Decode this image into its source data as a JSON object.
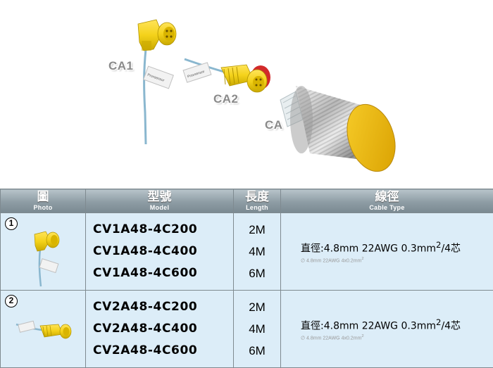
{
  "callouts": {
    "ca1": "CA1",
    "ca2": "CA2",
    "ca": "CA"
  },
  "label_brand": "Proxsensor",
  "colors": {
    "header_top": "#b8c4ca",
    "header_bottom": "#7a8991",
    "row_bg": "#dcedf8",
    "connector": "#f4d21a",
    "cable": "#8ab7cf",
    "ring": "#d22a2a",
    "sensor_face": "#e9b818"
  },
  "table": {
    "headers": [
      {
        "main": "圖",
        "sub": "Photo"
      },
      {
        "main": "型號",
        "sub": "Model"
      },
      {
        "main": "長度",
        "sub": "Length"
      },
      {
        "main": "線徑",
        "sub": "Cable Type"
      }
    ],
    "rows": [
      {
        "num": "1",
        "models": [
          "CV1A48-4C200",
          "CV1A48-4C400",
          "CV1A48-4C600"
        ],
        "lengths": [
          "2M",
          "4M",
          "6M"
        ],
        "cable_main_prefix": "直徑:4.8mm  22AWG  0.3mm",
        "cable_main_sup": "2",
        "cable_main_suffix": "/4芯",
        "cable_sub_prefix": "∅ 4.8mm 22AWG 4x0.2mm",
        "cable_sub_sup": "2"
      },
      {
        "num": "2",
        "models": [
          "CV2A48-4C200",
          "CV2A48-4C400",
          "CV2A48-4C600"
        ],
        "lengths": [
          "2M",
          "4M",
          "6M"
        ],
        "cable_main_prefix": "直徑:4.8mm  22AWG  0.3mm",
        "cable_main_sup": "2",
        "cable_main_suffix": "/4芯",
        "cable_sub_prefix": "∅ 4.8mm 22AWG 4x0.2mm",
        "cable_sub_sup": "2"
      }
    ]
  }
}
